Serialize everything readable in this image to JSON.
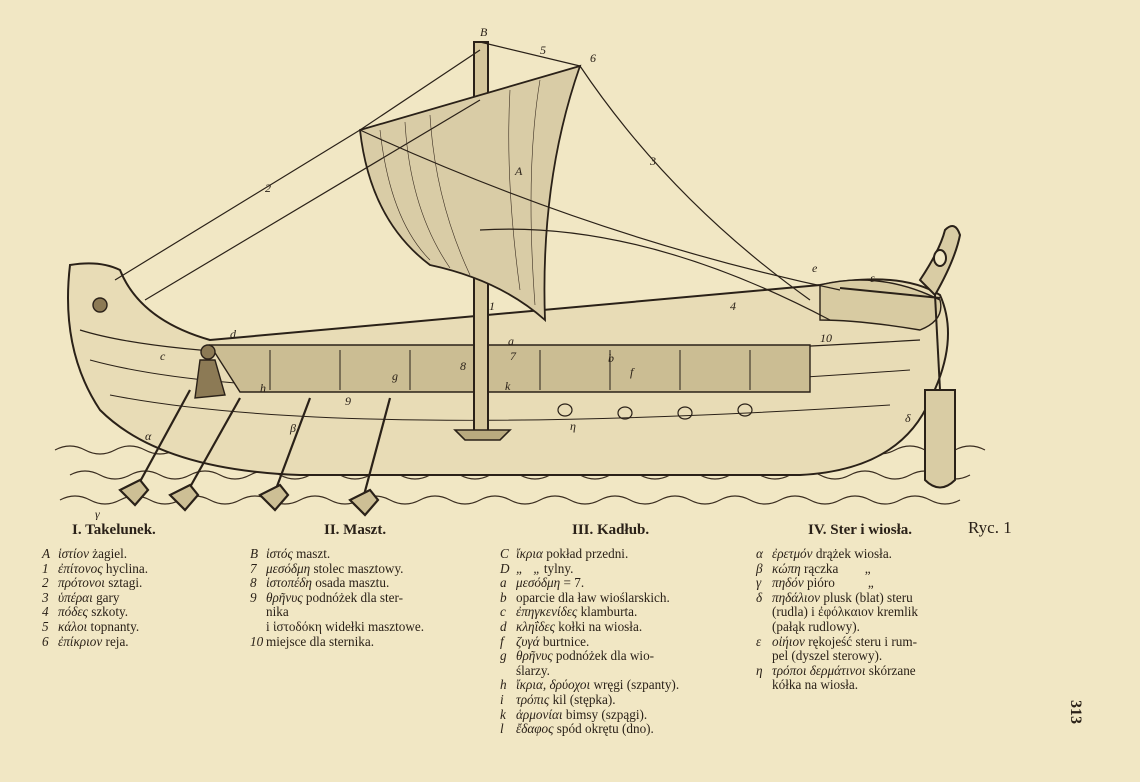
{
  "figure": {
    "label": "Ryc. 1",
    "page_number": "313",
    "drawing_marks": [
      "B",
      "5",
      "6",
      "A",
      "1",
      "2",
      "3",
      "4",
      "7",
      "8",
      "9",
      "10",
      "a",
      "b",
      "c",
      "d",
      "e",
      "f",
      "g",
      "h",
      "k",
      "α",
      "β",
      "γ",
      "δ",
      "ε",
      "η"
    ]
  },
  "sections": [
    {
      "heading": "I. Takelunek.",
      "items": [
        {
          "key": "A",
          "greek": "ἱστίον",
          "text": "żagiel."
        },
        {
          "key": "1",
          "greek": "ἐπίτονος",
          "text": "hyclina."
        },
        {
          "key": "2",
          "greek": "πρότονοι",
          "text": "sztagi."
        },
        {
          "key": "3",
          "greek": "ὑπέραι",
          "text": "gary"
        },
        {
          "key": "4",
          "greek": "πόδες",
          "text": "szkoty."
        },
        {
          "key": "5",
          "greek": "κάλοι",
          "text": "topnanty."
        },
        {
          "key": "6",
          "greek": "ἐπίκριον",
          "text": "reja."
        }
      ]
    },
    {
      "heading": "II. Maszt.",
      "items": [
        {
          "key": "B",
          "greek": "ἱστός",
          "text": "maszt."
        },
        {
          "key": "7",
          "greek": "μεσόδμη",
          "text": "stolec masztowy."
        },
        {
          "key": "8",
          "greek": "ἱστοπέδη",
          "text": "osada masztu."
        },
        {
          "key": "9",
          "greek": "θρῆνυς",
          "text": "podnóżek dla ster-"
        },
        {
          "key": "",
          "greek": "",
          "text": "nika"
        },
        {
          "key": "",
          "greek": "",
          "text": "i ἱστοδόκη widełki masztowe."
        },
        {
          "key": "10",
          "greek": "",
          "text": "miejsce dla sternika."
        }
      ]
    },
    {
      "heading": "III. Kadłub.",
      "items": [
        {
          "key": "C",
          "greek": "ἴκρια",
          "text": "pokład przedni."
        },
        {
          "key": "D",
          "greek": "„   „",
          "text": "tylny."
        },
        {
          "key": "a",
          "greek": "μεσόδμη",
          "text": "= 7."
        },
        {
          "key": "b",
          "greek": "",
          "text": "oparcie dla ław wioślarskich."
        },
        {
          "key": "c",
          "greek": "ἐπηγκενίδες",
          "text": "klamburta."
        },
        {
          "key": "d",
          "greek": "κληΐδες",
          "text": "kołki na wiosła."
        },
        {
          "key": "f",
          "greek": "ζυγά",
          "text": "burtnice."
        },
        {
          "key": "g",
          "greek": "θρῆνυς",
          "text": "podnóżek dla wio-"
        },
        {
          "key": "",
          "greek": "",
          "text": "ślarzy."
        },
        {
          "key": "h",
          "greek": "ἴκρια, δρύοχοι",
          "text": "wręgi (szpanty)."
        },
        {
          "key": "i",
          "greek": "τρόπις",
          "text": "kil (stępka)."
        },
        {
          "key": "k",
          "greek": "ἁρμονίαι",
          "text": "bimsy (szpągi)."
        },
        {
          "key": "l",
          "greek": "ἔδαφος",
          "text": "spód okrętu (dno)."
        }
      ]
    },
    {
      "heading": "IV. Ster i wiosła.",
      "items": [
        {
          "key": "α",
          "greek": "ἐρετμόν",
          "text": "drążek wiosła."
        },
        {
          "key": "β",
          "greek": "κώπη",
          "text": "rączka        „"
        },
        {
          "key": "γ",
          "greek": "πηδόν",
          "text": "pióro          „"
        },
        {
          "key": "δ",
          "greek": "πηδάλιον",
          "text": "plusk (blat) steru"
        },
        {
          "key": "",
          "greek": "",
          "text": "(rudla) i ἐφόλκαιον kremlik"
        },
        {
          "key": "",
          "greek": "",
          "text": "(pałąk rudlowy)."
        },
        {
          "key": "ε",
          "greek": "οἰήιον",
          "text": "rękojeść steru i rum-"
        },
        {
          "key": "",
          "greek": "",
          "text": "pel (dyszel sterowy)."
        },
        {
          "key": "η",
          "greek": "τρόποι δερμάτινοι",
          "text": "skórzane"
        },
        {
          "key": "",
          "greek": "",
          "text": "kółka na wiosła."
        }
      ]
    }
  ]
}
